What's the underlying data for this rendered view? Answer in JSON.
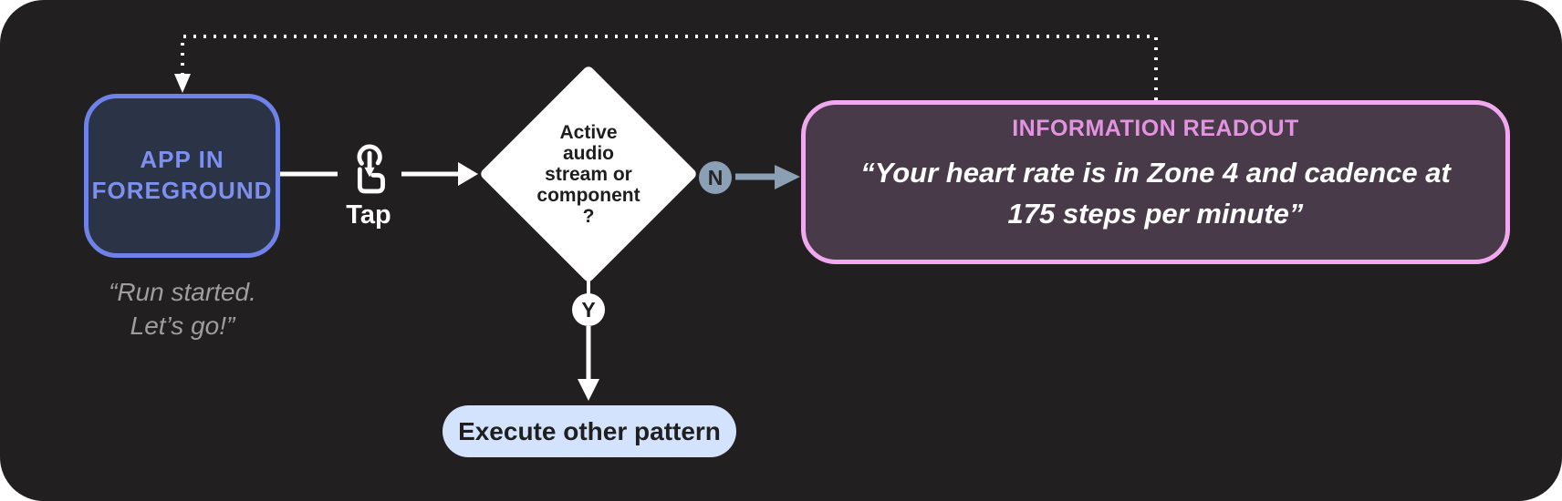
{
  "colors": {
    "page_bg": "#FFFFFF",
    "canvas_bg": "#211F1F",
    "white": "#FFFFFF",
    "app_border": "#6E82E8",
    "app_fill": "#2B3347",
    "app_text": "#7D90F0",
    "caption_gray": "#9E9E9E",
    "diamond_text": "#1E1E1E",
    "no_branch": "#8BA0B4",
    "readout_border": "#F0A9EF",
    "readout_fill": "#493A49",
    "readout_title": "#E394E1",
    "pill_fill": "#D3E3FD",
    "pill_text": "#1F1F1F"
  },
  "nodes": {
    "app_state": {
      "label": "APP IN\nFOREGROUND",
      "caption": "“Run started.\nLet’s go!”"
    },
    "tap": {
      "label": "Tap",
      "icon": "tap-gesture-icon"
    },
    "decision": {
      "label": "Active\naudio\nstream or\ncomponent\n?"
    },
    "branch_no": {
      "label": "N"
    },
    "branch_yes": {
      "label": "Y"
    },
    "readout": {
      "title": "INFORMATION READOUT",
      "quote": "“Your heart rate is in Zone 4 and cadence at\n175 steps per minute”"
    },
    "execute": {
      "label": "Execute other pattern"
    }
  }
}
